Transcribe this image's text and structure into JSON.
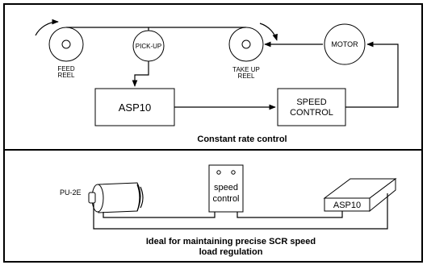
{
  "top_panel": {
    "feed_reel_label_1": "FEED",
    "feed_reel_label_2": "REEL",
    "pickup_label": "PICK-UP",
    "takeup_reel_label_1": "TAKE UP",
    "takeup_reel_label_2": "REEL",
    "motor_label": "MOTOR",
    "asp_box_label": "ASP10",
    "speed_control_label_1": "SPEED",
    "speed_control_label_2": "CONTROL",
    "caption": "Constant rate control"
  },
  "bottom_panel": {
    "pu_label": "PU-2E",
    "speed_control_label_1": "speed",
    "speed_control_label_2": "control",
    "asp_label": "ASP10",
    "caption_line_1": "Ideal for maintaining precise SCR speed",
    "caption_line_2": "load regulation"
  }
}
